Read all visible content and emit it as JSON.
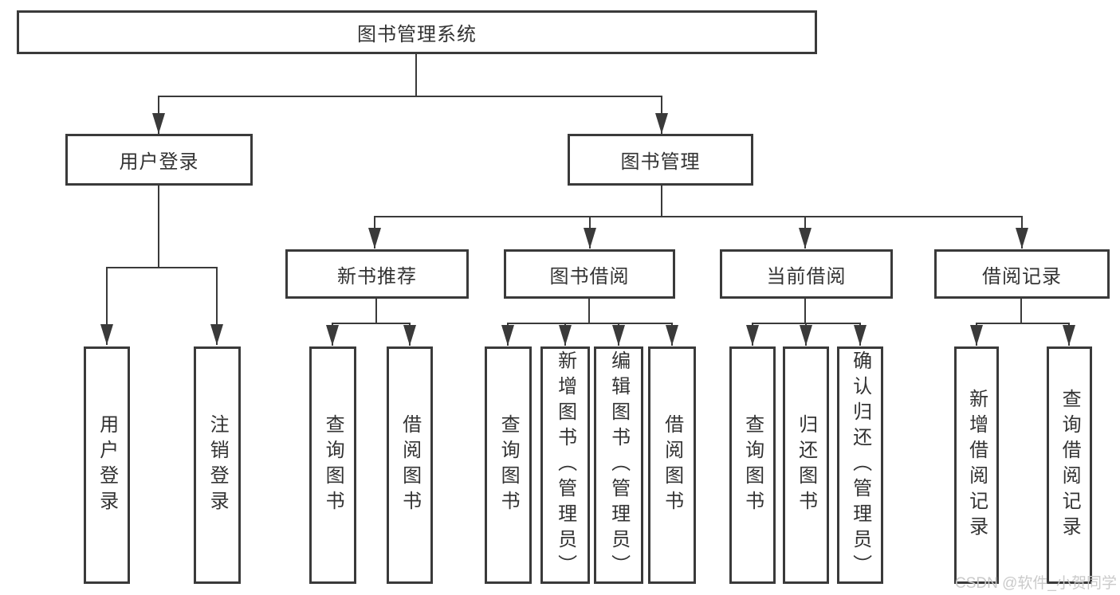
{
  "diagram": {
    "root": {
      "label": "图书管理系统"
    },
    "level2": [
      {
        "label": "用户登录"
      },
      {
        "label": "图书管理"
      }
    ],
    "level3": [
      {
        "label": "新书推荐"
      },
      {
        "label": "图书借阅"
      },
      {
        "label": "当前借阅"
      },
      {
        "label": "借阅记录"
      }
    ],
    "leaves": {
      "user_login": [
        "用户登录",
        "注销登录"
      ],
      "new_book_recommend": [
        "查询图书",
        "借阅图书"
      ],
      "book_borrow": [
        "查询图书",
        "新增图书（管理员）",
        "编辑图书（管理员）",
        "借阅图书"
      ],
      "current_borrow": [
        "查询图书",
        "归还图书",
        "确认归还（管理员）"
      ],
      "borrow_records": [
        "新增借阅记录",
        "查询借阅记录"
      ]
    },
    "line_color": "#3a3a3a"
  },
  "watermark": {
    "text": "CSDN @软件_小贺同学",
    "color": "#c8c8c8"
  }
}
